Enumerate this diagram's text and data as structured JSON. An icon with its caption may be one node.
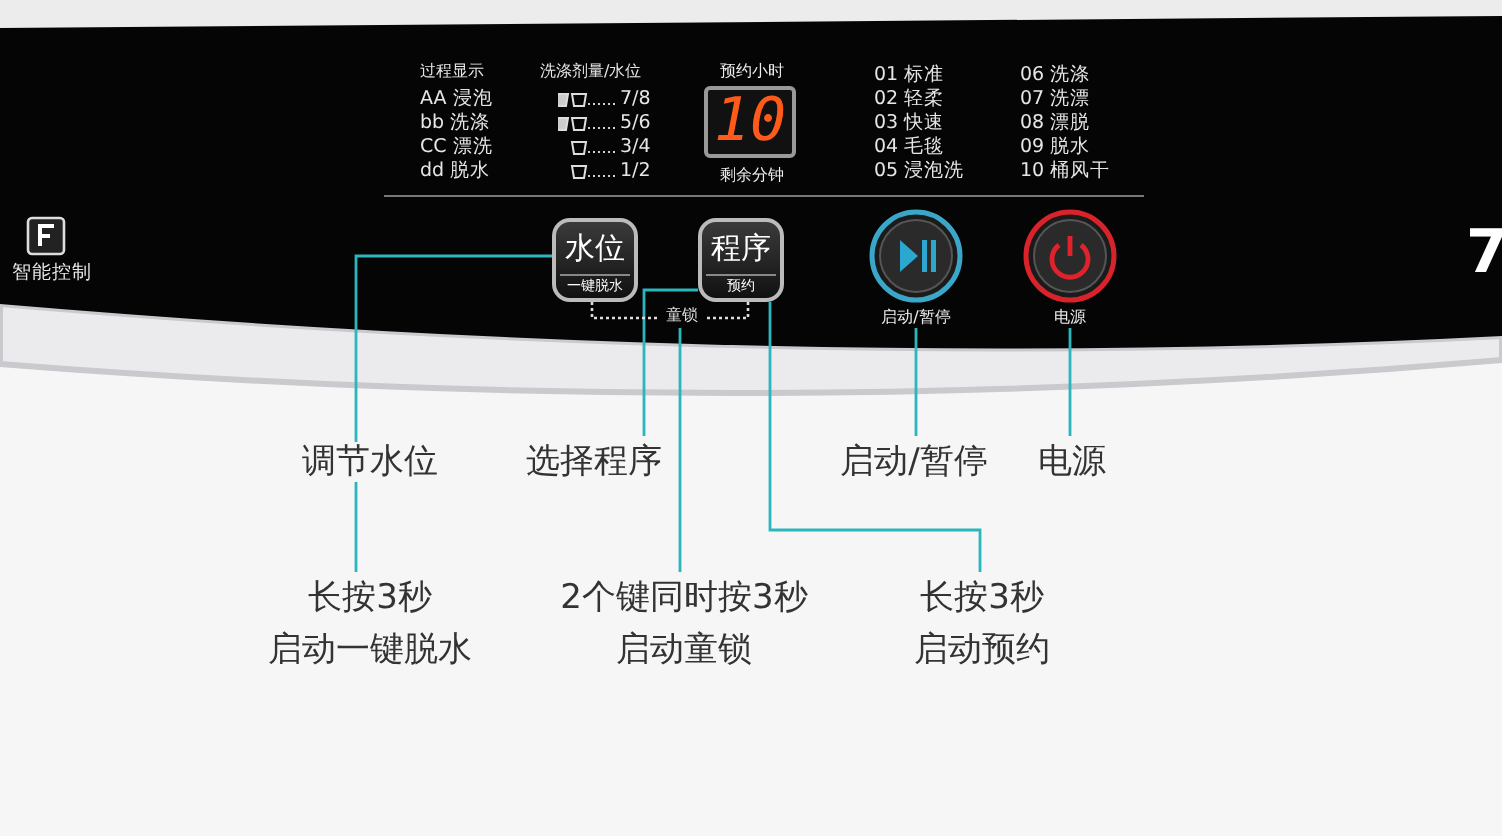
{
  "diagram": {
    "nodes": [
      {
        "text": [
          "水位",
          "一键脱水"
        ]
      },
      {
        "text": [
          "程序",
          "预约"
        ]
      },
      {
        "text": [
          "童锁"
        ]
      },
      {
        "text": [
          "预约小时",
          "10",
          "剩余分钟"
        ]
      },
      {
        "text": [],
        "shape": "circle",
        "beside": [
          "启动/暂停"
        ]
      },
      {
        "text": [],
        "shape": "circle",
        "beside": [
          "电源"
        ]
      },
      {
        "text": [
          "选择程序"
        ]
      },
      {
        "text": [
          "启动/暂停"
        ]
      },
      {
        "text": [
          "电源"
        ]
      },
      {
        "text": [
          "长按3秒启动一键脱水"
        ]
      },
      {
        "text": [
          "2个键同时按3秒启动童锁"
        ]
      },
      {
        "text": [
          "长按3秒启动预约"
        ]
      }
    ],
    "edges": [
      {
        "from": 0,
        "to": 9,
        "arrow": "none",
        "label": "调节水位"
      },
      {
        "from": 1,
        "to": 6,
        "arrow": "none"
      },
      {
        "from": 1,
        "to": 11,
        "arrow": "none"
      },
      {
        "from": 2,
        "to": 10,
        "arrow": "none"
      },
      {
        "from": 4,
        "to": 7,
        "arrow": "none"
      },
      {
        "from": 5,
        "to": 8,
        "arrow": "none"
      },
      {
        "from": 0,
        "to": 2,
        "arrow": "none",
        "style": "dashed",
        "color": "#dddddd"
      },
      {
        "from": 1,
        "to": 2,
        "arrow": "none",
        "style": "dashed",
        "color": "#dddddd"
      }
    ],
    "labels": [
      "过程显示",
      "AA 浸泡",
      "bb 洗涤",
      "CC 漂洗",
      "dd 脱水",
      "洗涤剂量/水位",
      "7/8",
      "5/6",
      "3/4",
      "1/2",
      "01 标准",
      "02 轻柔",
      "03 快速",
      "04 毛毯",
      "05 浸泡洗",
      "06 洗涤",
      "07 洗漂",
      "08 漂脱",
      "09 脱水",
      "10 桶风干",
      "智能控制",
      "7"
    ]
  }
}
